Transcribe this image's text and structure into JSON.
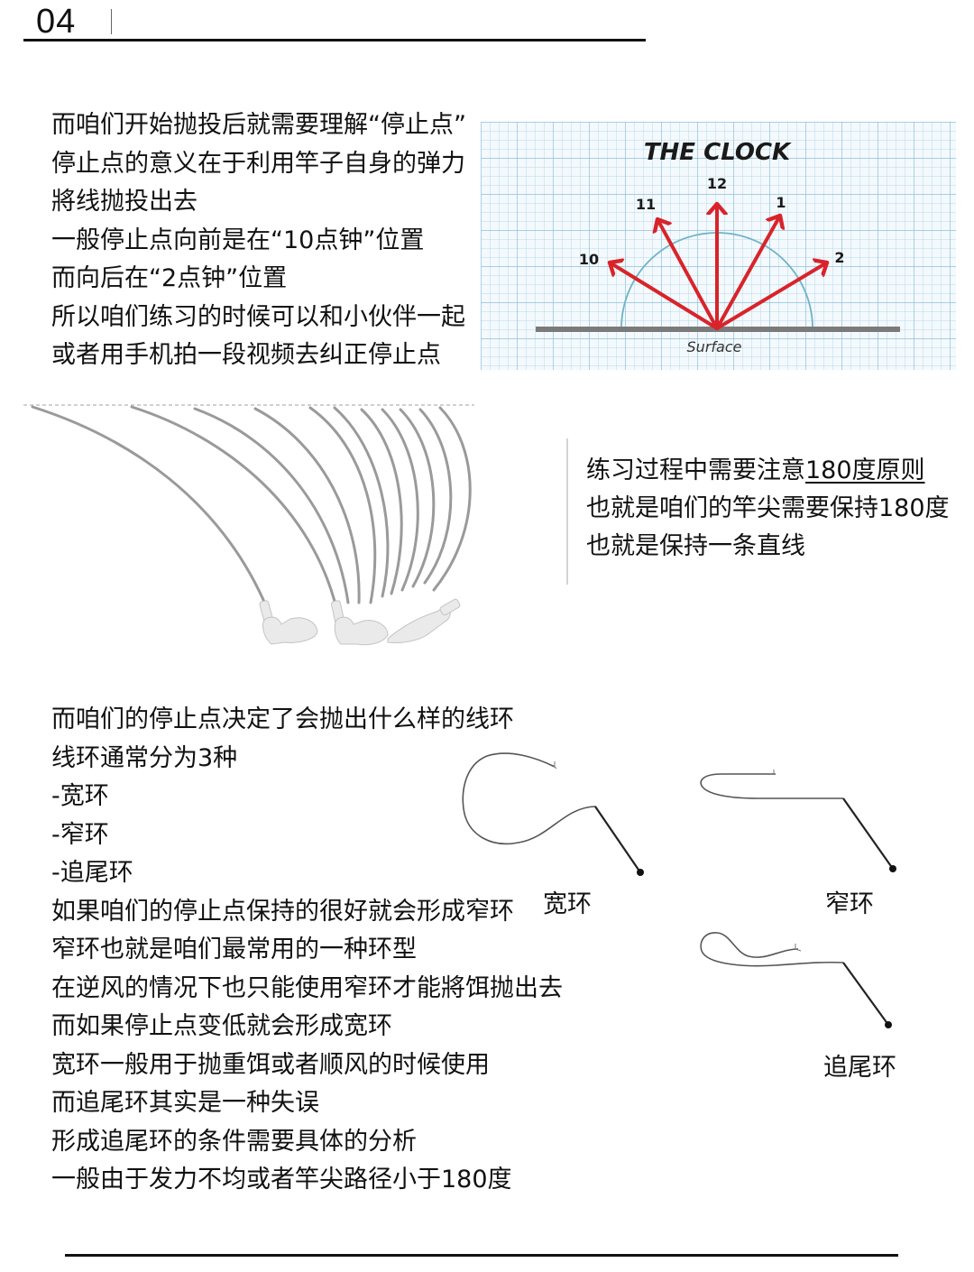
{
  "header": {
    "page_number": "04"
  },
  "intro": {
    "lines": [
      "而咱们开始抛投后就需要理解“停止点”",
      "停止点的意义在于利用竿子自身的弹力",
      "將线抛投出去",
      "一般停止点向前是在“10点钟”位置",
      "而向后在“2点钟”位置",
      "所以咱们练习的时候可以和小伙伴一起",
      "或者用手机拍一段视频去纠正停止点"
    ]
  },
  "clock_figure": {
    "title": "THE CLOCK",
    "surface_label": "Surface",
    "positions": [
      "10",
      "11",
      "12",
      "1",
      "2"
    ],
    "colors": {
      "arrow": "#d9232a",
      "arc": "#6fb3c8",
      "surface": "#7a7a7a",
      "grid_bg": "#f3f9fc",
      "grid_line": "#a9cfe4"
    }
  },
  "principle": {
    "line1_prefix": "练习过程中需要注意",
    "line1_underlined": "180度原则",
    "line2": "也就是咱们的竿尖需要保持180度",
    "line3": "也就是保持一条直线"
  },
  "loops_text": {
    "lines": [
      "而咱们的停止点决定了会抛出什么样的线环",
      "线环通常分为3种",
      "-宽环",
      "-窄环",
      "-追尾环",
      "如果咱们的停止点保持的很好就会形成窄环",
      "窄环也就是咱们最常用的一种环型",
      "在逆风的情况下也只能使用窄环才能將饵抛出去",
      "而如果停止点变低就会形成宽环",
      "宽环一般用于抛重饵或者顺风的时候使用",
      "而追尾环其实是一种失误",
      "形成追尾环的条件需要具体的分析",
      "一般由于发力不均或者竿尖路径小于180度"
    ]
  },
  "loop_diagrams": {
    "wide_label": "宽环",
    "narrow_label": "窄环",
    "tailing_label": "追尾环"
  }
}
